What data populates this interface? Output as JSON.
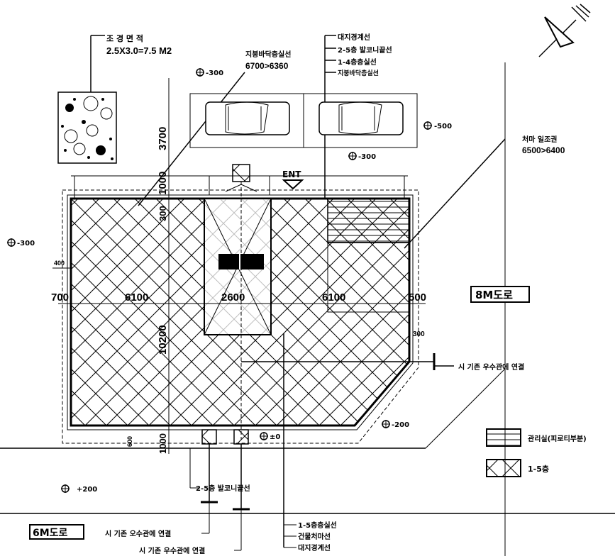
{
  "landscape": {
    "title": "조 경 면 적",
    "formula": "2.5X3.0=7.5 M2"
  },
  "skyplane": {
    "line1": "지붕바닥층실선",
    "line2": "6700>6360"
  },
  "top_right_legend": {
    "l1": "대지경계선",
    "l2": "2-5층 발코니끝선",
    "l3": "1-4층층실선",
    "l4": "지붕바닥층실선"
  },
  "eave": {
    "line1": "처마 일조권",
    "line2": "6500>6400"
  },
  "levels": {
    "top_left": "-300",
    "right_upper": "-500",
    "parking_right": "-300",
    "left_mid": "-300",
    "bottom_right": "-200",
    "center_bottom": "±0",
    "bottom_left": "+200"
  },
  "dims": {
    "parking_depth": "3700",
    "setback_top": "1000",
    "setback_small": "300",
    "left_margin": "400",
    "w1": "700",
    "w2": "6100",
    "w3": "2600",
    "w4": "6100",
    "w5": "500",
    "height": "10200",
    "right_small": "300",
    "bottom_small": "600",
    "bottom_setback": "1000"
  },
  "entrance": "ENT",
  "road_right": "8M도로",
  "road_bottom": "6M도로",
  "sewer_right": "시 기존 우수관에 연결",
  "sewer_bottom_1": "시 기존 오수관에 연결",
  "sewer_bottom_2": "시 기존 우수관에 연결",
  "balcony_bottom": "2-5층 발코니끝선",
  "bottom_legend": {
    "l1": "1-5층층실선",
    "l2": "건물처마선",
    "l3": "대지경계선"
  },
  "legend": {
    "item1": "관리실(피로티부분)",
    "item2": "1-5층"
  }
}
